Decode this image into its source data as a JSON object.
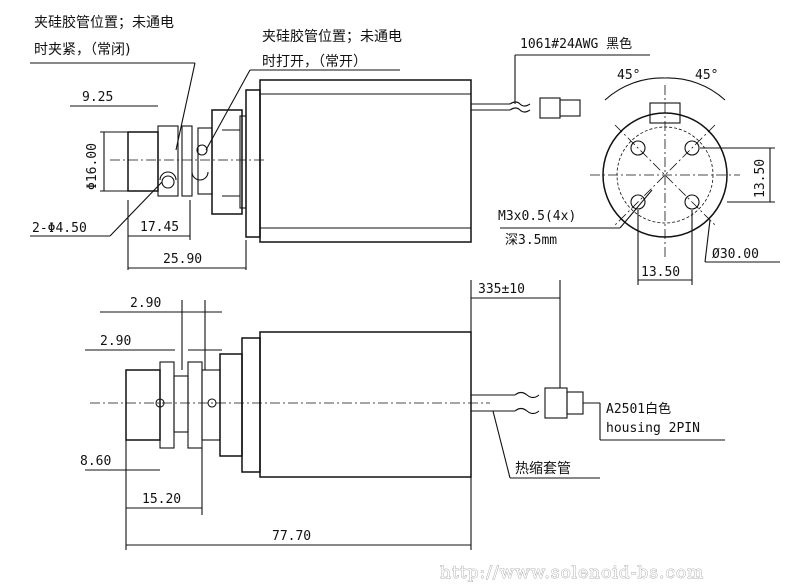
{
  "notes": {
    "closed_line1": "夹硅胶管位置；未通电",
    "closed_line2": "时夹紧，（常闭)",
    "open_line1": "夹硅胶管位置；未通电",
    "open_line2": "时打开，（常开）",
    "wire_spec": "1061#24AWG 黑色",
    "thread": "M3x0.5(4x)",
    "depth": "深3.5mm",
    "connector_line1": "A2501白色",
    "connector_line2": "housing 2PIN",
    "heat_shrink": "热缩套管"
  },
  "dims": {
    "d_925": "9.25",
    "d_phi16": "Φ16.00",
    "d_holes": "2-Φ4.50",
    "d_1745": "17.45",
    "d_2590": "25.90",
    "d_45a": "45°",
    "d_45b": "45°",
    "d_1350_v": "13.50",
    "d_1350_h": "13.50",
    "d_phi30": "Ø30.00",
    "d_335": "335±10",
    "d_290a": "2.90",
    "d_290b": "2.90",
    "d_860": "8.60",
    "d_1520": "15.20",
    "d_7770": "77.70"
  },
  "watermark": "http://www.solenoid-bs.com"
}
